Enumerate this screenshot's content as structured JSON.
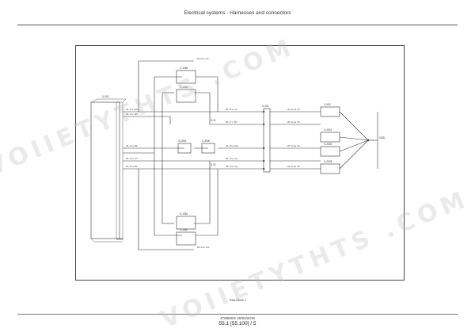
{
  "header": {
    "title": "Electrical systems - Harnesses and connectors"
  },
  "diagram": {
    "ecu": {
      "label": "X-003",
      "pin_label": "X-003"
    },
    "left_connectors": [
      "X-1083",
      "X-1084"
    ],
    "switches": [
      "X-2000",
      "X-3000"
    ],
    "mid_connector": "X-001",
    "right_components": [
      "X-002",
      "X-2001",
      "X-2002",
      "X-2003"
    ],
    "bottom_connectors": [
      "X-1081",
      "X-1082"
    ],
    "ground_label": "GND",
    "splice_labels": [
      "S-01",
      "S-02"
    ],
    "wire_labels": [
      "WL 11 a. Wht",
      "WL 12 c. Wht",
      "WL 13 a. Blk",
      "WL 14 b. Grn",
      "WL 15 a. Blu",
      "WL 16 a. Yel",
      "WL 17 c. Brn",
      "WL 18 a. Red",
      "WL 19 a. Gry",
      "WL 20 a. Org",
      "WL 21 a. Vio",
      "WL 22 a. Pnk"
    ],
    "right_wire_labels": [
      "WL 31 aa. Wt",
      "WL 32 aa. Wt",
      "WL 33 aa. Wt",
      "WL 34 aa. Wt"
    ]
  },
  "figure_id": "RAIL35000   1",
  "footer": {
    "doc_number": "47986001 20/03/2016",
    "page": "55.1 [55.100] / 5"
  },
  "watermark": "VOIIETYTHTS .COM"
}
